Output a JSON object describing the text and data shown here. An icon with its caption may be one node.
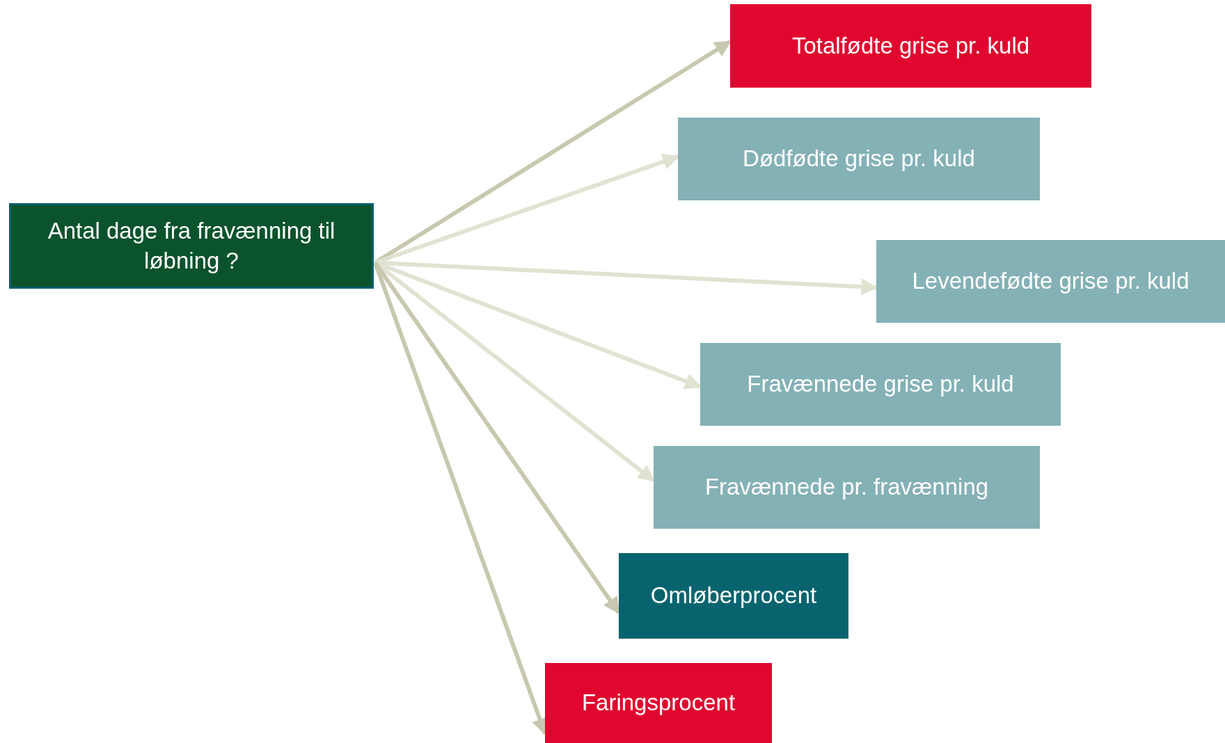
{
  "diagram": {
    "nodes": [
      {
        "text": [
          "Antal dage fra fravænning til løbning ?"
        ]
      },
      {
        "text": [
          "Totalfødte grise pr. kuld"
        ]
      },
      {
        "text": [
          "Dødfødte grise pr. kuld"
        ]
      },
      {
        "text": [
          "Levendefødte grise pr. kuld"
        ]
      },
      {
        "text": [
          "Fravænnede grise pr. kuld"
        ]
      },
      {
        "text": [
          "Fravænnede pr. fravænning"
        ]
      },
      {
        "text": [
          "Omløberprocent"
        ]
      },
      {
        "text": [
          "Faringsprocent"
        ]
      }
    ],
    "edges": [
      {
        "from": 0,
        "to": 1,
        "arrow": "to",
        "color": "#c8c8b0"
      },
      {
        "from": 0,
        "to": 2,
        "arrow": "to"
      },
      {
        "from": 0,
        "to": 3,
        "arrow": "to"
      },
      {
        "from": 0,
        "to": 4,
        "arrow": "to"
      },
      {
        "from": 0,
        "to": 5,
        "arrow": "to"
      },
      {
        "from": 0,
        "to": 6,
        "arrow": "to",
        "color": "#c8c8b0"
      },
      {
        "from": 0,
        "to": 7,
        "arrow": "to",
        "color": "#c8c8b0"
      }
    ]
  }
}
